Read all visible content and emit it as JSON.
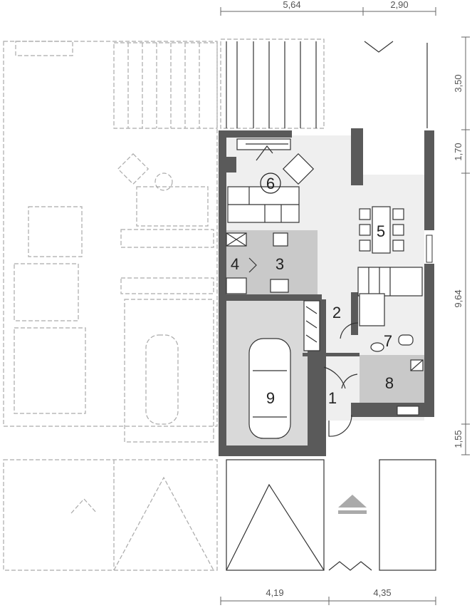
{
  "dimensions": {
    "top": [
      "5,64",
      "2,90"
    ],
    "bottom": [
      "4,19",
      "4,35"
    ],
    "right": [
      "3,50",
      "1,70",
      "9,64",
      "1,55"
    ]
  },
  "rooms": {
    "living": "6",
    "dining": "5",
    "pantry": "4",
    "kitchen": "3",
    "hall": "2",
    "wc": "7",
    "utility": "8",
    "entrance": "1",
    "garage": "9"
  },
  "colors": {
    "wall": "#5a5a5a",
    "floor_light": "#efefef",
    "floor_gray": "#c9c9c9",
    "garage_floor": "#d9d9d9"
  }
}
